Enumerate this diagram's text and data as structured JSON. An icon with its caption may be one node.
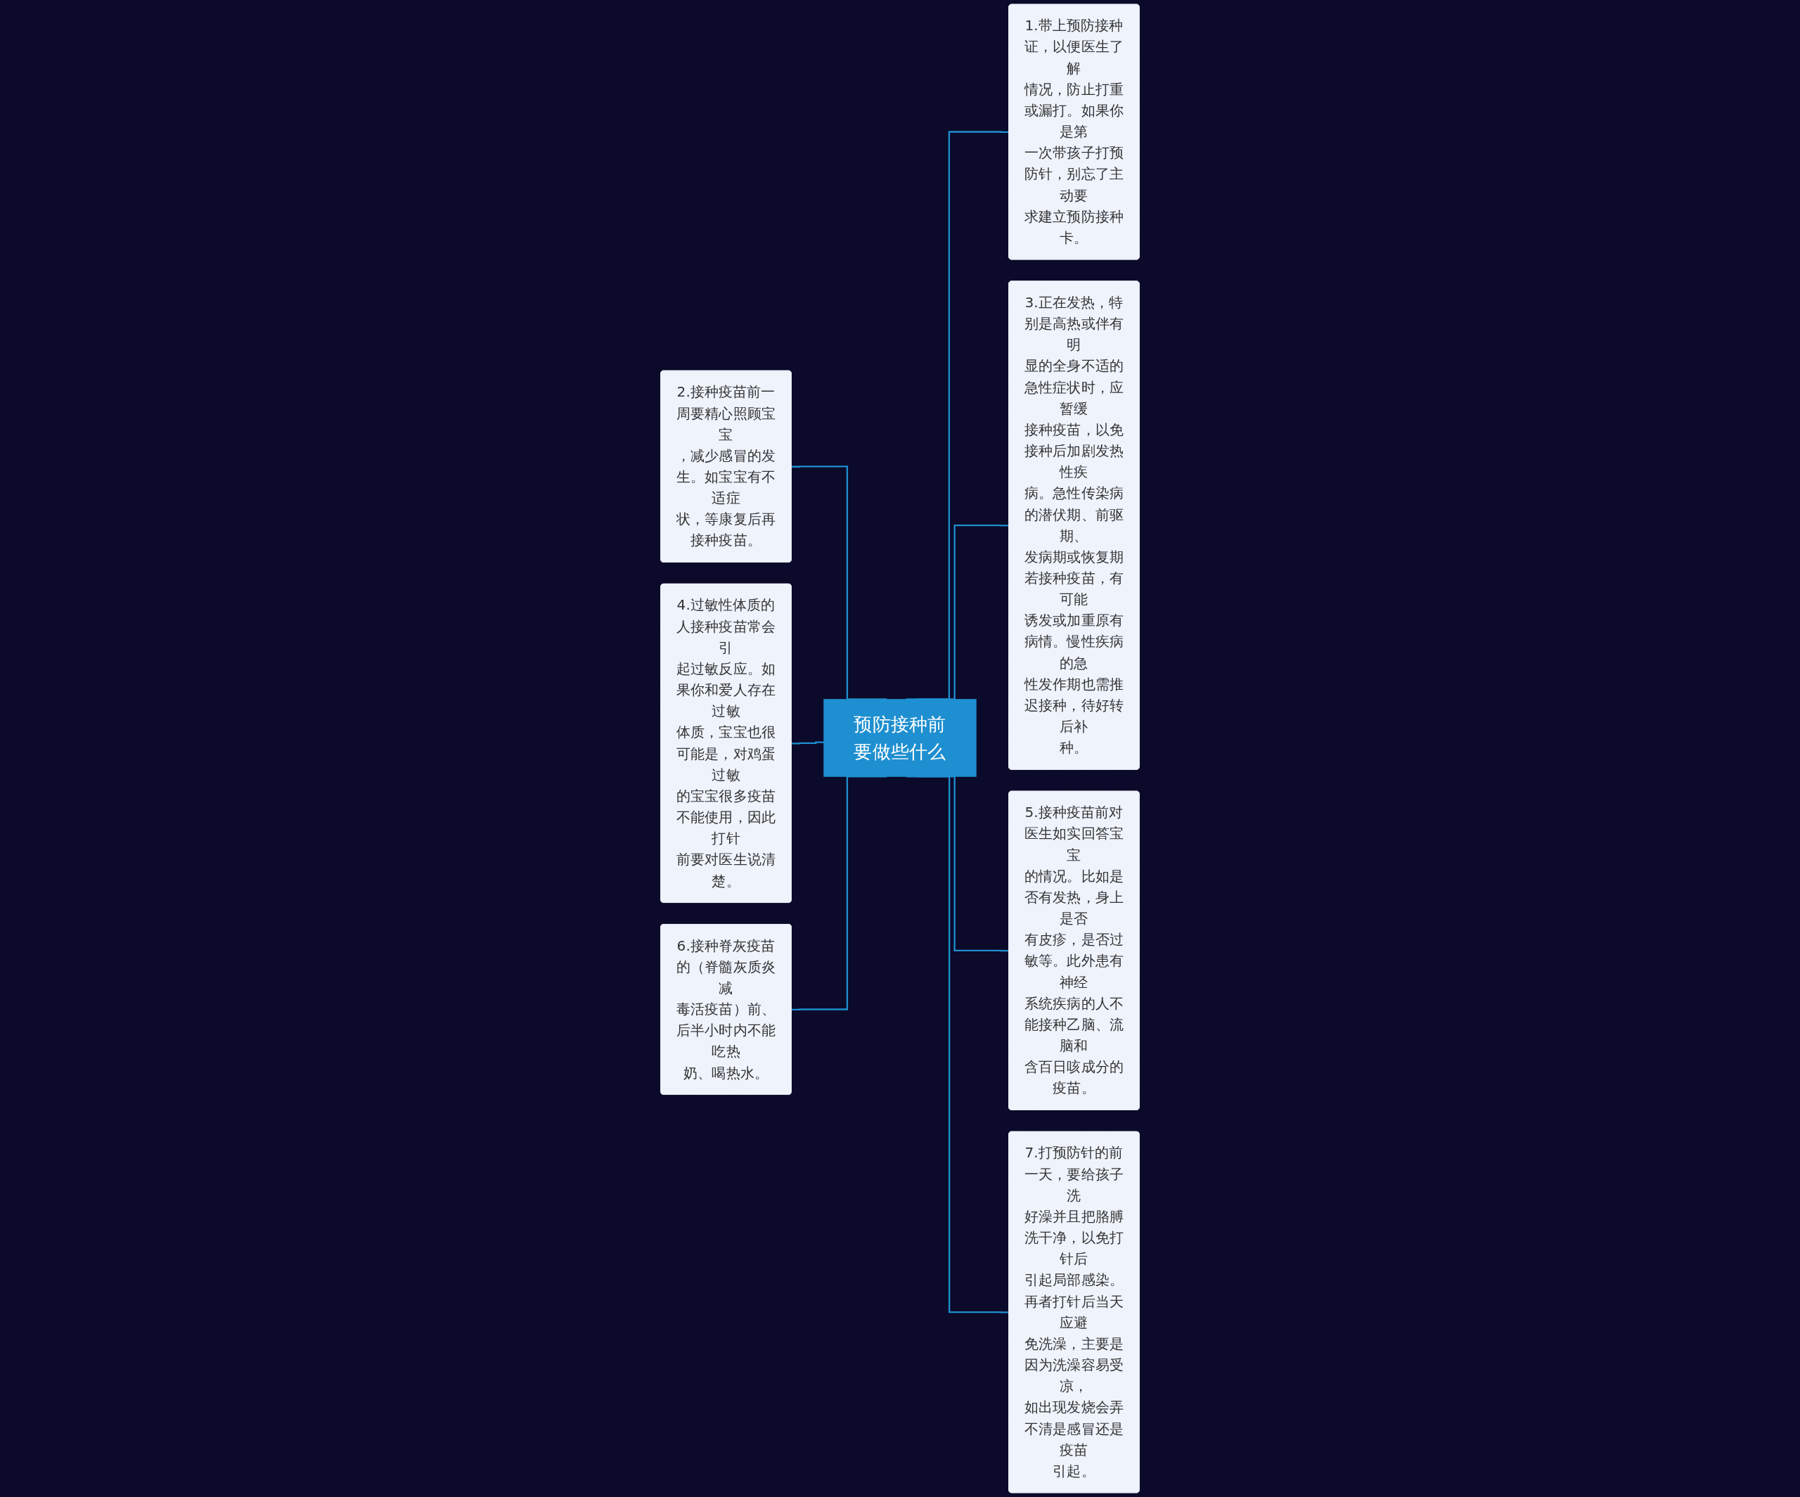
{
  "diagram": {
    "nodes": [
      {
        "text": [
          "预防接种前要做些什么"
        ]
      },
      {
        "text": [
          "1.带上预防接种证，以便医生了解情况，防止打重或漏打。如果你是第一次带孩子打预防针，别忘了主动要求建立预防接种卡。"
        ]
      },
      {
        "text": [
          "2.接种疫苗前一周要精心照顾宝宝，减少感冒的发生。如宝宝有不适症状，等康复后再接种疫苗。"
        ]
      },
      {
        "text": [
          "3.正在发热，特别是高热或伴有明显的全身不适的急性症状时，应暂缓接种疫苗，以免接种后加剧发热性疾病。急性传染病的潜伏期、前驱期、发病期或恢复期若接种疫苗，有可能诱发或加重原有病情。慢性疾病的急性发作期也需推迟接种，待好转后补种。"
        ]
      },
      {
        "text": [
          "4.过敏性体质的人接种疫苗常会引起过敏反应。如果你和爱人存在过敏体质，宝宝也很可能是，对鸡蛋过敏的宝宝很多疫苗不能使用，因此打针前要对医生说清楚。"
        ]
      },
      {
        "text": [
          "5.接种疫苗前对医生如实回答宝宝的情况。比如是否有发热，身上是否有皮疹，是否过敏等。此外患有神经系统疾病的人不能接种乙脑、流脑和含百日咳成分的疫苗。"
        ]
      },
      {
        "text": [
          "6.接种脊灰疫苗的（脊髓灰质炎减毒活疫苗）前、后半小时内不能吃热奶、喝热水。"
        ]
      },
      {
        "text": [
          "7.打预防针的前一天，要给孩子洗好澡并且把胳膊洗干净，以免打针后引起局部感染。再者打针后当天应避免洗澡，主要是因为洗澡容易受凉，如出现发烧会弄不清是感冒还是疫苗引起。"
        ]
      }
    ],
    "edges": [
      {
        "from": 0,
        "to": 1,
        "arrow": "none"
      },
      {
        "from": 0,
        "to": 2,
        "arrow": "none"
      },
      {
        "from": 0,
        "to": 3,
        "arrow": "none"
      },
      {
        "from": 0,
        "to": 4,
        "arrow": "none"
      },
      {
        "from": 0,
        "to": 5,
        "arrow": "none"
      },
      {
        "from": 0,
        "to": 6,
        "arrow": "none"
      },
      {
        "from": 0,
        "to": 7,
        "arrow": "none"
      }
    ]
  }
}
